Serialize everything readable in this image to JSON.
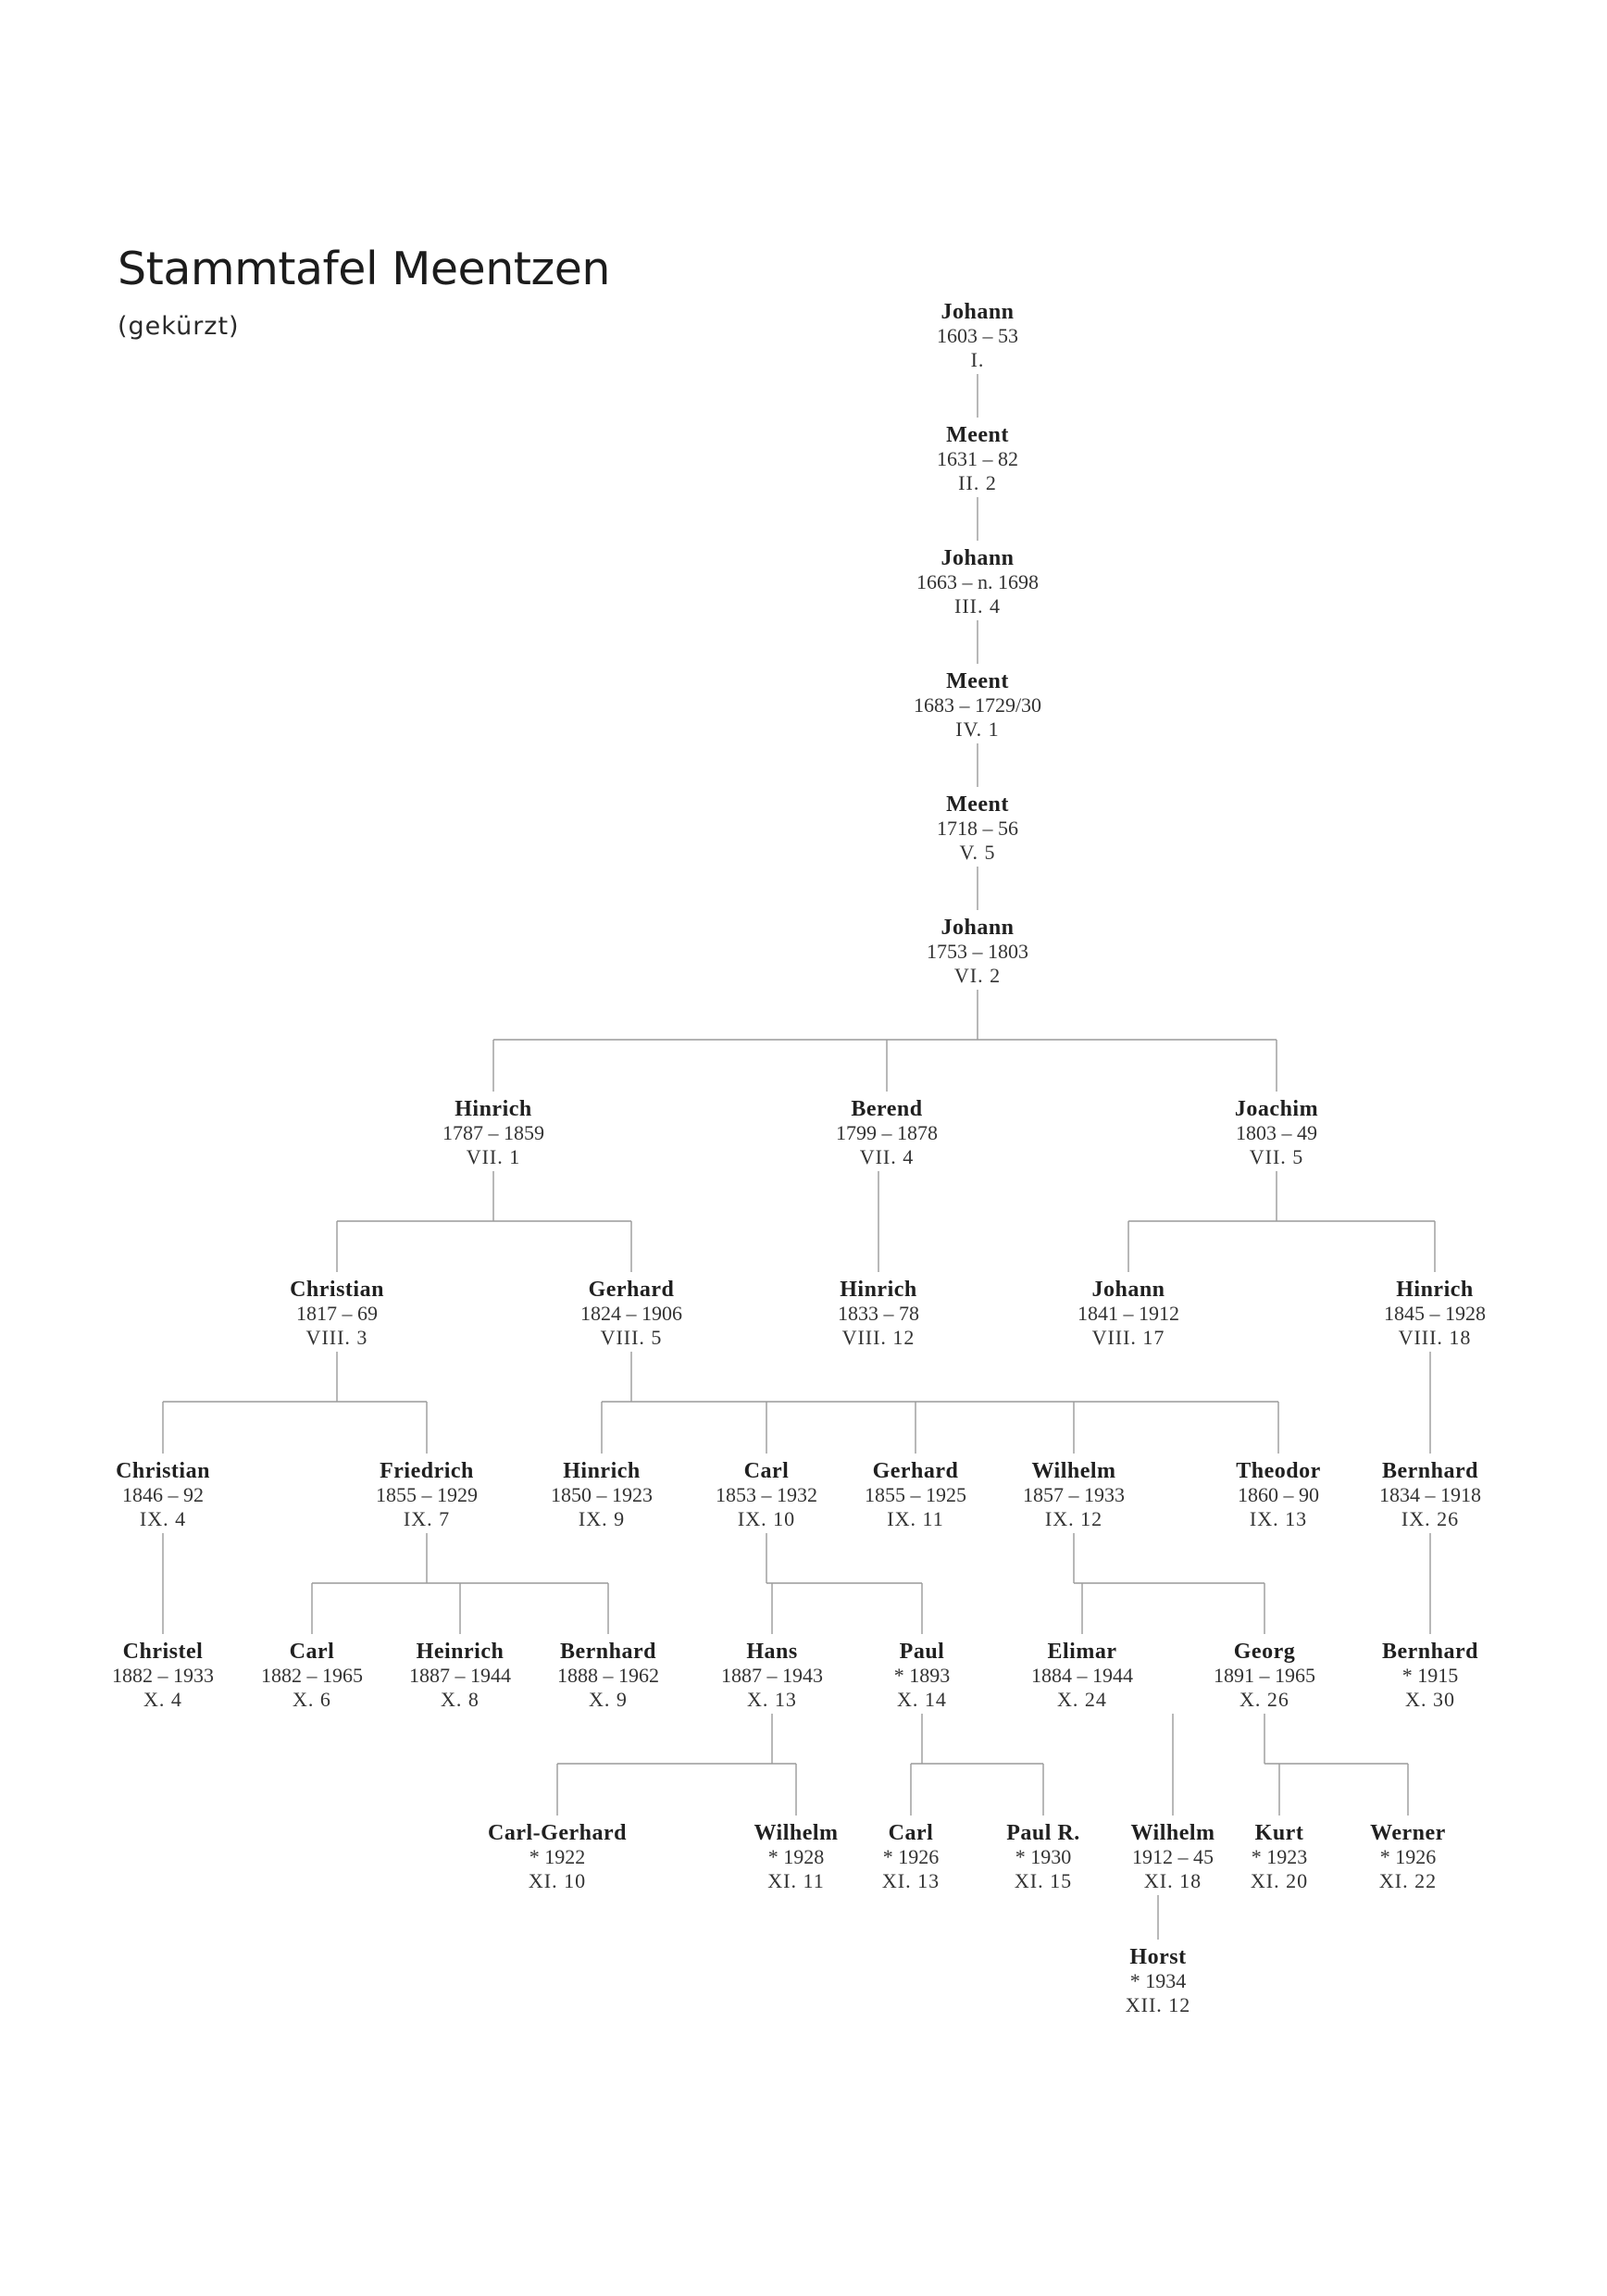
{
  "title": "Stammtafel Meentzen",
  "subtitle": "(gekürzt)",
  "nodes": [
    {
      "id": "n1",
      "name": "Johann",
      "dates": "1603 – 53",
      "code": "I."
    },
    {
      "id": "n2",
      "name": "Meent",
      "dates": "1631 – 82",
      "code": "II. 2"
    },
    {
      "id": "n3",
      "name": "Johann",
      "dates": "1663 – n. 1698",
      "code": "III. 4"
    },
    {
      "id": "n4",
      "name": "Meent",
      "dates": "1683 – 1729/30",
      "code": "IV. 1"
    },
    {
      "id": "n5",
      "name": "Meent",
      "dates": "1718 – 56",
      "code": "V. 5"
    },
    {
      "id": "n6",
      "name": "Johann",
      "dates": "1753 – 1803",
      "code": "VI. 2"
    },
    {
      "id": "n7",
      "name": "Hinrich",
      "dates": "1787 – 1859",
      "code": "VII. 1"
    },
    {
      "id": "n8",
      "name": "Berend",
      "dates": "1799 – 1878",
      "code": "VII. 4"
    },
    {
      "id": "n9",
      "name": "Joachim",
      "dates": "1803 – 49",
      "code": "VII. 5"
    },
    {
      "id": "n10",
      "name": "Christian",
      "dates": "1817 – 69",
      "code": "VIII. 3"
    },
    {
      "id": "n11",
      "name": "Gerhard",
      "dates": "1824 – 1906",
      "code": "VIII. 5"
    },
    {
      "id": "n12",
      "name": "Hinrich",
      "dates": "1833 – 78",
      "code": "VIII. 12"
    },
    {
      "id": "n13",
      "name": "Johann",
      "dates": "1841 – 1912",
      "code": "VIII. 17"
    },
    {
      "id": "n14",
      "name": "Hinrich",
      "dates": "1845 – 1928",
      "code": "VIII. 18"
    },
    {
      "id": "n15",
      "name": "Christian",
      "dates": "1846 – 92",
      "code": "IX. 4"
    },
    {
      "id": "n16",
      "name": "Friedrich",
      "dates": "1855 – 1929",
      "code": "IX. 7"
    },
    {
      "id": "n17",
      "name": "Hinrich",
      "dates": "1850 – 1923",
      "code": "IX. 9"
    },
    {
      "id": "n18",
      "name": "Carl",
      "dates": "1853 – 1932",
      "code": "IX. 10"
    },
    {
      "id": "n19",
      "name": "Gerhard",
      "dates": "1855 – 1925",
      "code": "IX. 11"
    },
    {
      "id": "n20",
      "name": "Wilhelm",
      "dates": "1857 – 1933",
      "code": "IX. 12"
    },
    {
      "id": "n21",
      "name": "Theodor",
      "dates": "1860 – 90",
      "code": "IX. 13"
    },
    {
      "id": "n22",
      "name": "Bernhard",
      "dates": "1834 – 1918",
      "code": "IX. 26"
    },
    {
      "id": "n23",
      "name": "Christel",
      "dates": "1882 – 1933",
      "code": "X. 4"
    },
    {
      "id": "n24",
      "name": "Carl",
      "dates": "1882 – 1965",
      "code": "X. 6"
    },
    {
      "id": "n25",
      "name": "Heinrich",
      "dates": "1887 – 1944",
      "code": "X. 8"
    },
    {
      "id": "n26",
      "name": "Bernhard",
      "dates": "1888 – 1962",
      "code": "X. 9"
    },
    {
      "id": "n27",
      "name": "Hans",
      "dates": "1887 – 1943",
      "code": "X. 13"
    },
    {
      "id": "n28",
      "name": "Paul",
      "dates": "* 1893",
      "code": "X. 14"
    },
    {
      "id": "n29",
      "name": "Elimar",
      "dates": "1884 – 1944",
      "code": "X. 24"
    },
    {
      "id": "n30",
      "name": "Georg",
      "dates": "1891 – 1965",
      "code": "X. 26"
    },
    {
      "id": "n31",
      "name": "Bernhard",
      "dates": "* 1915",
      "code": "X. 30"
    },
    {
      "id": "n32",
      "name": "Carl-Gerhard",
      "dates": "* 1922",
      "code": "XI. 10"
    },
    {
      "id": "n33",
      "name": "Wilhelm",
      "dates": "* 1928",
      "code": "XI. 11"
    },
    {
      "id": "n34",
      "name": "Carl",
      "dates": "* 1926",
      "code": "XI. 13"
    },
    {
      "id": "n35",
      "name": "Paul R.",
      "dates": "* 1930",
      "code": "XI. 15"
    },
    {
      "id": "n36",
      "name": "Wilhelm",
      "dates": "1912 – 45",
      "code": "XI. 18"
    },
    {
      "id": "n37",
      "name": "Kurt",
      "dates": "* 1923",
      "code": "XI. 20"
    },
    {
      "id": "n38",
      "name": "Werner",
      "dates": "* 1926",
      "code": "XI. 22"
    },
    {
      "id": "n39",
      "name": "Horst",
      "dates": "* 1934",
      "code": "XII. 12"
    }
  ],
  "edges": [
    [
      "n1",
      "n2"
    ],
    [
      "n2",
      "n3"
    ],
    [
      "n3",
      "n4"
    ],
    [
      "n4",
      "n5"
    ],
    [
      "n5",
      "n6"
    ],
    [
      "n6",
      "n7"
    ],
    [
      "n6",
      "n8"
    ],
    [
      "n6",
      "n9"
    ],
    [
      "n7",
      "n10"
    ],
    [
      "n7",
      "n11"
    ],
    [
      "n8",
      "n12"
    ],
    [
      "n9",
      "n13"
    ],
    [
      "n9",
      "n14"
    ],
    [
      "n10",
      "n15"
    ],
    [
      "n10",
      "n16"
    ],
    [
      "n11",
      "n17"
    ],
    [
      "n11",
      "n18"
    ],
    [
      "n11",
      "n19"
    ],
    [
      "n11",
      "n20"
    ],
    [
      "n11",
      "n21"
    ],
    [
      "n14",
      "n22"
    ],
    [
      "n15",
      "n23"
    ],
    [
      "n16",
      "n24"
    ],
    [
      "n16",
      "n25"
    ],
    [
      "n16",
      "n26"
    ],
    [
      "n18",
      "n27"
    ],
    [
      "n18",
      "n28"
    ],
    [
      "n20",
      "n29"
    ],
    [
      "n20",
      "n30"
    ],
    [
      "n22",
      "n31"
    ],
    [
      "n27",
      "n32"
    ],
    [
      "n27",
      "n33"
    ],
    [
      "n28",
      "n34"
    ],
    [
      "n28",
      "n35"
    ],
    [
      "n29",
      "n36"
    ],
    [
      "n30",
      "n37"
    ],
    [
      "n30",
      "n38"
    ],
    [
      "n36",
      "n39"
    ]
  ]
}
